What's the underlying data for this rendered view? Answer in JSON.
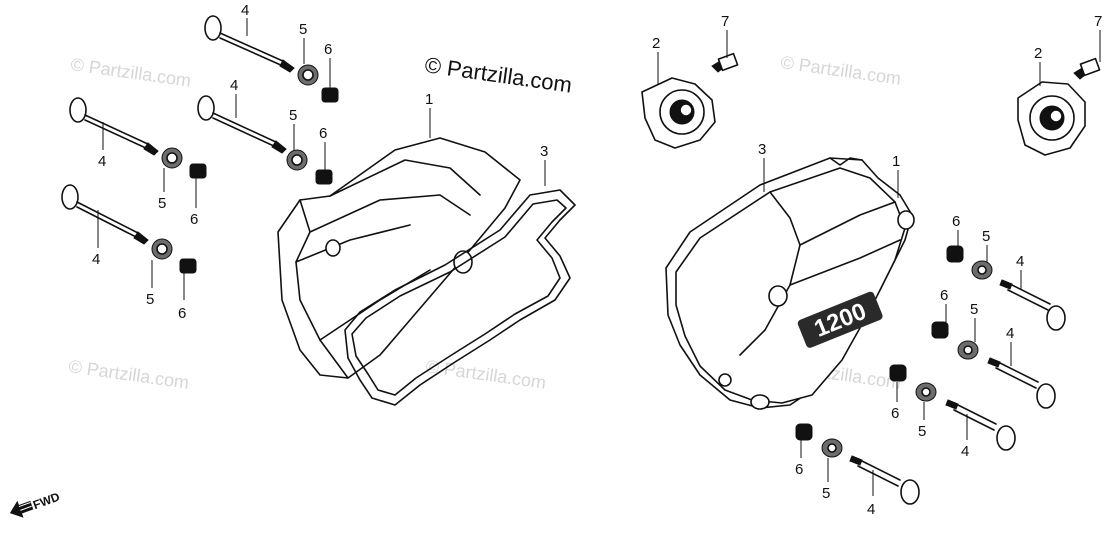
{
  "copyright": "© Partzilla.com",
  "watermark": "© Partzilla.com",
  "direction_label": "FWD",
  "cover_badge": "1200",
  "callouts": {
    "valve_cover": "1",
    "plug_cap": "2",
    "gasket": "3",
    "bolt": "4",
    "washer": "5",
    "nut": "6",
    "screw": "7"
  }
}
